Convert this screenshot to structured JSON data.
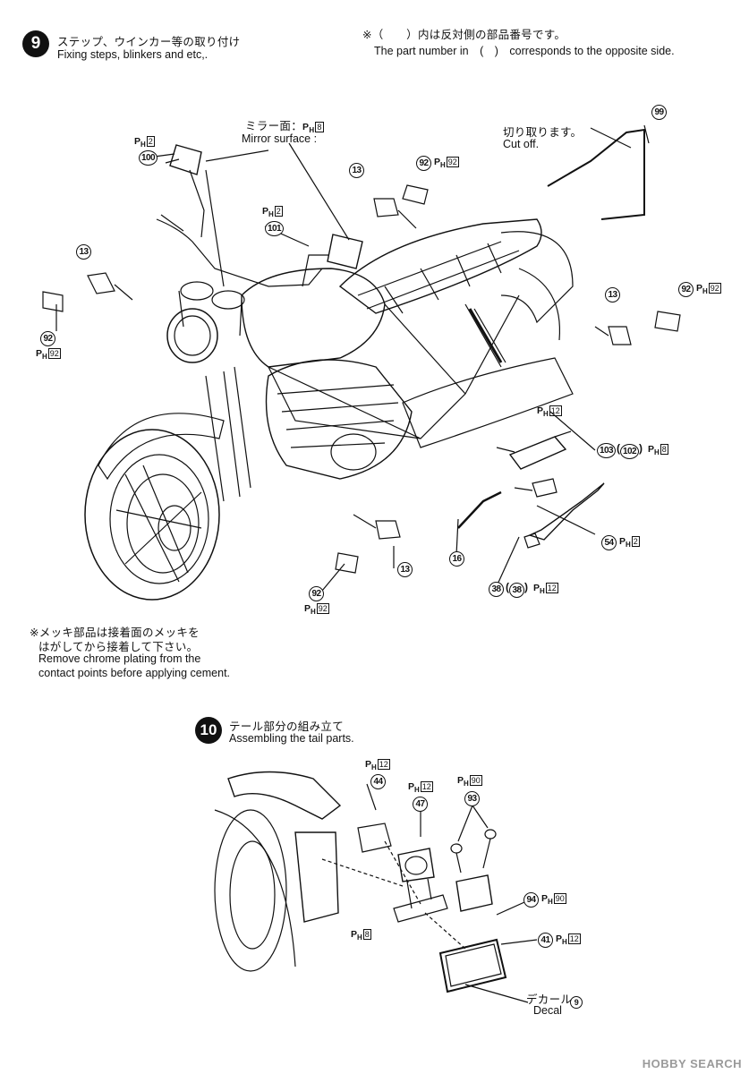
{
  "step9": {
    "number": "9",
    "title_jp": "ステップ、ウインカー等の取り付け",
    "title_en": "Fixing steps, blinkers and etc,.",
    "note_jp": "※（　　）内は反対側の部品番号です。",
    "note_en": "The part number in　(　)　corresponds to the opposite side.",
    "mirror_jp": "ミラー面：",
    "mirror_en": "Mirror surface :",
    "cutoff_jp": "切り取ります。",
    "cutoff_en": "Cut off.",
    "chrome_jp1": "※メッキ部品は接着面のメッキを",
    "chrome_jp2": "はがしてから接着して下さい。",
    "chrome_en1": "Remove chrome plating from the",
    "chrome_en2": "contact points before applying cement."
  },
  "step10": {
    "number": "10",
    "title_jp": "テール部分の組み立て",
    "title_en": "Assembling the tail parts.",
    "decal_jp": "デカール",
    "decal_en": "Decal",
    "decal_num": "9"
  },
  "parts": {
    "p2": "2",
    "p8": "8",
    "p12": "12",
    "p90": "90",
    "p92": "92",
    "n13": "13",
    "n16": "16",
    "n38": "38",
    "n41": "41",
    "n44": "44",
    "n47": "47",
    "n54": "54",
    "n92": "92",
    "n93": "93",
    "n94": "94",
    "n99": "99",
    "n100": "100",
    "n101": "101",
    "n102": "102",
    "n103": "103",
    "ph_prefix": "P",
    "ph_sub": "H"
  },
  "watermark": "HOBBY SEARCH"
}
